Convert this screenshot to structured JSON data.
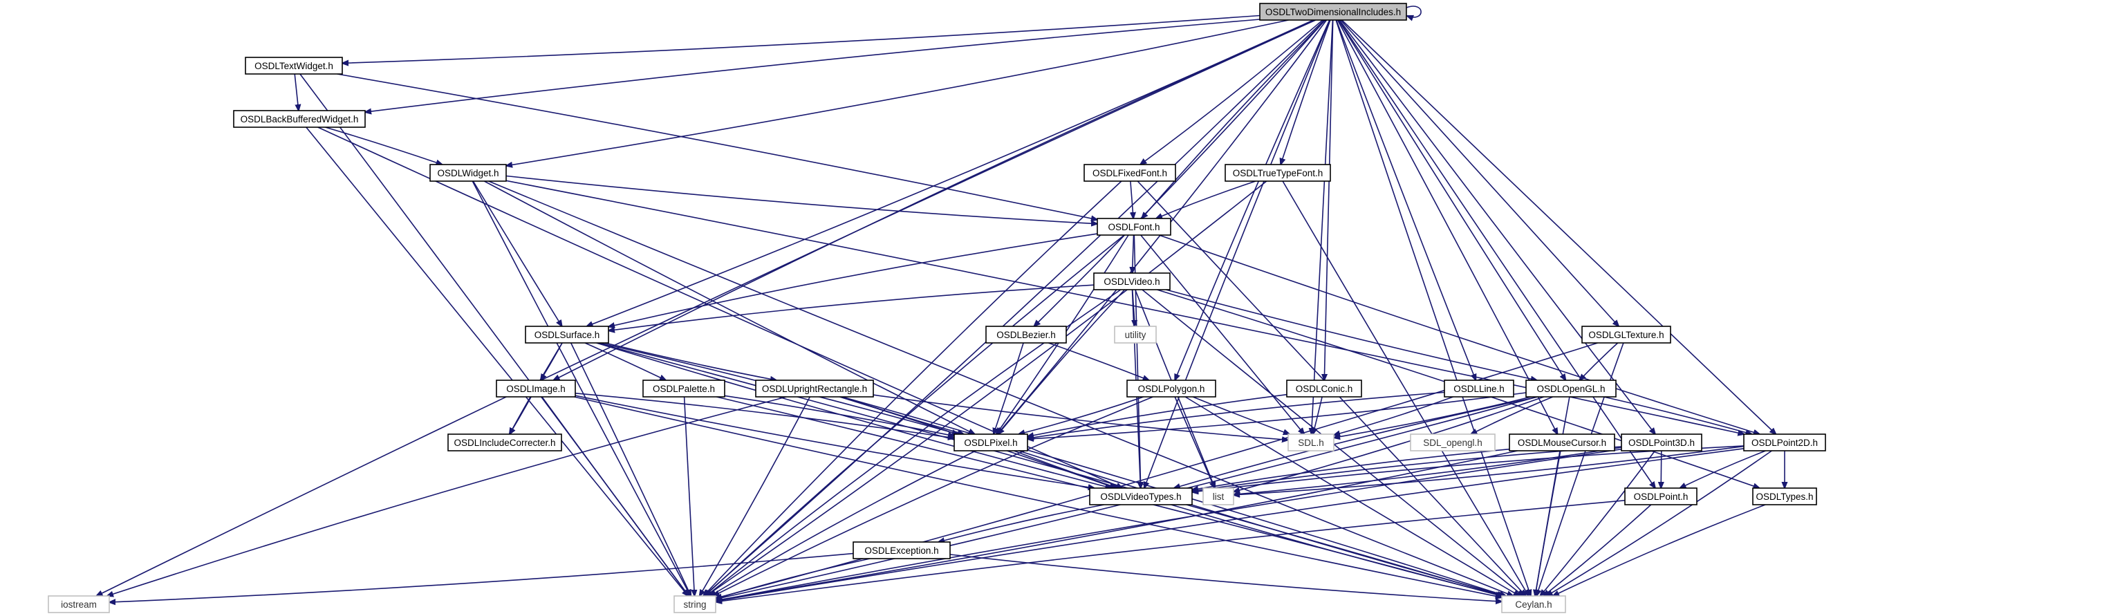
{
  "nodes": [
    {
      "id": "twodim",
      "label": "OSDLTwoDimensionalIncludes.h",
      "kind": "root"
    },
    {
      "id": "textwidget",
      "label": "OSDLTextWidget.h",
      "kind": "file"
    },
    {
      "id": "backbuf",
      "label": "OSDLBackBufferedWidget.h",
      "kind": "file"
    },
    {
      "id": "widget",
      "label": "OSDLWidget.h",
      "kind": "file"
    },
    {
      "id": "fixedfont",
      "label": "OSDLFixedFont.h",
      "kind": "file"
    },
    {
      "id": "truetype",
      "label": "OSDLTrueTypeFont.h",
      "kind": "file"
    },
    {
      "id": "font",
      "label": "OSDLFont.h",
      "kind": "file"
    },
    {
      "id": "video",
      "label": "OSDLVideo.h",
      "kind": "file"
    },
    {
      "id": "utility",
      "label": "utility",
      "kind": "system"
    },
    {
      "id": "surface",
      "label": "OSDLSurface.h",
      "kind": "file"
    },
    {
      "id": "bezier",
      "label": "OSDLBezier.h",
      "kind": "file"
    },
    {
      "id": "gltexture",
      "label": "OSDLGLTexture.h",
      "kind": "file"
    },
    {
      "id": "image",
      "label": "OSDLImage.h",
      "kind": "file"
    },
    {
      "id": "palette",
      "label": "OSDLPalette.h",
      "kind": "file"
    },
    {
      "id": "uprect",
      "label": "OSDLUprightRectangle.h",
      "kind": "file"
    },
    {
      "id": "polygon",
      "label": "OSDLPolygon.h",
      "kind": "file"
    },
    {
      "id": "conic",
      "label": "OSDLConic.h",
      "kind": "file"
    },
    {
      "id": "line",
      "label": "OSDLLine.h",
      "kind": "file"
    },
    {
      "id": "opengl",
      "label": "OSDLOpenGL.h",
      "kind": "file"
    },
    {
      "id": "includecorr",
      "label": "OSDLIncludeCorrecter.h",
      "kind": "file"
    },
    {
      "id": "pixel",
      "label": "OSDLPixel.h",
      "kind": "file"
    },
    {
      "id": "sdl",
      "label": "SDL.h",
      "kind": "system"
    },
    {
      "id": "sdlopengl",
      "label": "SDL_opengl.h",
      "kind": "system"
    },
    {
      "id": "mousecursor",
      "label": "OSDLMouseCursor.h",
      "kind": "file"
    },
    {
      "id": "point3d",
      "label": "OSDLPoint3D.h",
      "kind": "file"
    },
    {
      "id": "point2d",
      "label": "OSDLPoint2D.h",
      "kind": "file"
    },
    {
      "id": "videotypes",
      "label": "OSDLVideoTypes.h",
      "kind": "file"
    },
    {
      "id": "list",
      "label": "list",
      "kind": "system"
    },
    {
      "id": "point",
      "label": "OSDLPoint.h",
      "kind": "file"
    },
    {
      "id": "types",
      "label": "OSDLTypes.h",
      "kind": "file"
    },
    {
      "id": "exception",
      "label": "OSDLException.h",
      "kind": "file"
    },
    {
      "id": "iostream",
      "label": "iostream",
      "kind": "system"
    },
    {
      "id": "string",
      "label": "string",
      "kind": "system"
    },
    {
      "id": "ceylan",
      "label": "Ceylan.h",
      "kind": "system"
    }
  ],
  "edges": [
    [
      "twodim",
      "twodim"
    ],
    [
      "twodim",
      "textwidget"
    ],
    [
      "twodim",
      "backbuf"
    ],
    [
      "twodim",
      "widget"
    ],
    [
      "twodim",
      "font"
    ],
    [
      "twodim",
      "fixedfont"
    ],
    [
      "twodim",
      "truetype"
    ],
    [
      "twodim",
      "surface"
    ],
    [
      "twodim",
      "image"
    ],
    [
      "twodim",
      "bezier"
    ],
    [
      "twodim",
      "polygon"
    ],
    [
      "twodim",
      "conic"
    ],
    [
      "twodim",
      "line"
    ],
    [
      "twodim",
      "gltexture"
    ],
    [
      "twodim",
      "opengl"
    ],
    [
      "twodim",
      "mousecursor"
    ],
    [
      "twodim",
      "point3d"
    ],
    [
      "twodim",
      "point2d"
    ],
    [
      "twodim",
      "point"
    ],
    [
      "twodim",
      "pixel"
    ],
    [
      "twodim",
      "videotypes"
    ],
    [
      "twodim",
      "sdl"
    ],
    [
      "twodim",
      "iostream"
    ],
    [
      "twodim",
      "string"
    ],
    [
      "twodim",
      "ceylan"
    ],
    [
      "textwidget",
      "backbuf"
    ],
    [
      "textwidget",
      "font"
    ],
    [
      "textwidget",
      "string"
    ],
    [
      "backbuf",
      "widget"
    ],
    [
      "backbuf",
      "videotypes"
    ],
    [
      "backbuf",
      "string"
    ],
    [
      "widget",
      "font"
    ],
    [
      "widget",
      "surface"
    ],
    [
      "widget",
      "pixel"
    ],
    [
      "widget",
      "string"
    ],
    [
      "widget",
      "ceylan"
    ],
    [
      "widget",
      "point2d"
    ],
    [
      "fixedfont",
      "font"
    ],
    [
      "fixedfont",
      "string"
    ],
    [
      "fixedfont",
      "ceylan"
    ],
    [
      "truetype",
      "font"
    ],
    [
      "truetype",
      "string"
    ],
    [
      "truetype",
      "ceylan"
    ],
    [
      "font",
      "video"
    ],
    [
      "font",
      "surface"
    ],
    [
      "font",
      "pixel"
    ],
    [
      "font",
      "videotypes"
    ],
    [
      "font",
      "sdl"
    ],
    [
      "font",
      "string"
    ],
    [
      "font",
      "point2d"
    ],
    [
      "video",
      "surface"
    ],
    [
      "video",
      "utility"
    ],
    [
      "video",
      "pixel"
    ],
    [
      "video",
      "videotypes"
    ],
    [
      "video",
      "list"
    ],
    [
      "video",
      "opengl"
    ],
    [
      "video",
      "string"
    ],
    [
      "video",
      "ceylan"
    ],
    [
      "video",
      "types"
    ],
    [
      "surface",
      "image"
    ],
    [
      "surface",
      "palette"
    ],
    [
      "surface",
      "uprect"
    ],
    [
      "surface",
      "includecorr"
    ],
    [
      "surface",
      "videotypes"
    ],
    [
      "surface",
      "pixel"
    ],
    [
      "surface",
      "string"
    ],
    [
      "surface",
      "ceylan"
    ],
    [
      "image",
      "includecorr"
    ],
    [
      "image",
      "pixel"
    ],
    [
      "image",
      "videotypes"
    ],
    [
      "image",
      "string"
    ],
    [
      "image",
      "ceylan"
    ],
    [
      "palette",
      "pixel"
    ],
    [
      "palette",
      "string"
    ],
    [
      "palette",
      "ceylan"
    ],
    [
      "uprect",
      "pixel"
    ],
    [
      "uprect",
      "videotypes"
    ],
    [
      "uprect",
      "sdl"
    ],
    [
      "uprect",
      "iostream"
    ],
    [
      "uprect",
      "string"
    ],
    [
      "uprect",
      "ceylan"
    ],
    [
      "bezier",
      "pixel"
    ],
    [
      "bezier",
      "polygon"
    ],
    [
      "polygon",
      "pixel"
    ],
    [
      "polygon",
      "list"
    ],
    [
      "polygon",
      "sdl"
    ],
    [
      "polygon",
      "string"
    ],
    [
      "polygon",
      "ceylan"
    ],
    [
      "conic",
      "pixel"
    ],
    [
      "conic",
      "sdl"
    ],
    [
      "line",
      "pixel"
    ],
    [
      "line",
      "sdl"
    ],
    [
      "gltexture",
      "opengl"
    ],
    [
      "gltexture",
      "string"
    ],
    [
      "gltexture",
      "ceylan"
    ],
    [
      "opengl",
      "sdl"
    ],
    [
      "opengl",
      "sdlopengl"
    ],
    [
      "opengl",
      "pixel"
    ],
    [
      "opengl",
      "videotypes"
    ],
    [
      "opengl",
      "list"
    ],
    [
      "opengl",
      "point2d"
    ],
    [
      "opengl",
      "string"
    ],
    [
      "opengl",
      "ceylan"
    ],
    [
      "pixel",
      "videotypes"
    ],
    [
      "pixel",
      "string"
    ],
    [
      "pixel",
      "ceylan"
    ],
    [
      "mousecursor",
      "videotypes"
    ],
    [
      "mousecursor",
      "string"
    ],
    [
      "mousecursor",
      "ceylan"
    ],
    [
      "point3d",
      "point"
    ],
    [
      "point3d",
      "videotypes"
    ],
    [
      "point3d",
      "list"
    ],
    [
      "point3d",
      "string"
    ],
    [
      "point3d",
      "ceylan"
    ],
    [
      "point2d",
      "point"
    ],
    [
      "point2d",
      "types"
    ],
    [
      "point2d",
      "videotypes"
    ],
    [
      "point2d",
      "list"
    ],
    [
      "point2d",
      "string"
    ],
    [
      "point2d",
      "ceylan"
    ],
    [
      "videotypes",
      "exception"
    ],
    [
      "videotypes",
      "ceylan"
    ],
    [
      "point",
      "string"
    ],
    [
      "point",
      "ceylan"
    ],
    [
      "types",
      "ceylan"
    ],
    [
      "exception",
      "iostream"
    ],
    [
      "exception",
      "string"
    ],
    [
      "exception",
      "ceylan"
    ]
  ]
}
